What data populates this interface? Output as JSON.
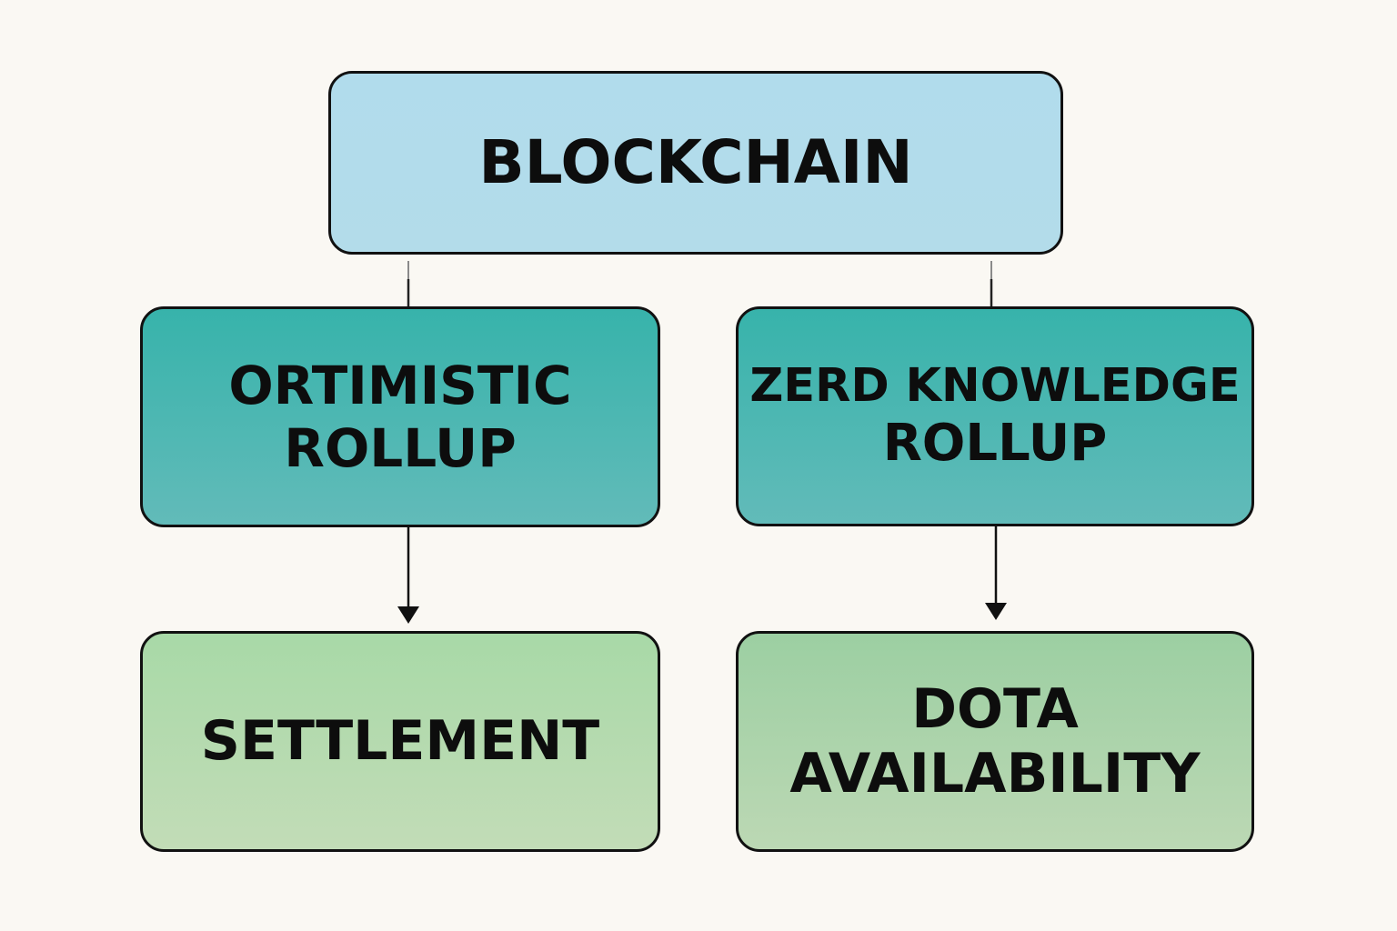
{
  "diagram": {
    "nodes": {
      "blockchain": {
        "lines": [
          "BLOCKCHAIN"
        ]
      },
      "optimistic": {
        "lines": [
          "ORTIMISTIC",
          "ROLLUP"
        ]
      },
      "zk": {
        "lines": [
          "ZERD KNOWLEDGE",
          "ROLLUP"
        ]
      },
      "settlement": {
        "lines": [
          "SETTLEMENT"
        ]
      },
      "data": {
        "lines": [
          "DOTA",
          "AVAILABILITY"
        ]
      }
    },
    "edges": [
      {
        "from": "blockchain",
        "to": "optimistic",
        "arrow": false
      },
      {
        "from": "blockchain",
        "to": "zk",
        "arrow": false
      },
      {
        "from": "optimistic",
        "to": "settlement",
        "arrow": true
      },
      {
        "from": "zk",
        "to": "data",
        "arrow": true
      }
    ],
    "colors": {
      "background": "#faf8f3",
      "top_fill": "#b1dcec",
      "middle_fill": "#37b3ab",
      "bottom_fill": "#a8d9a7",
      "border": "#111111",
      "text": "#0d0d0d"
    }
  }
}
